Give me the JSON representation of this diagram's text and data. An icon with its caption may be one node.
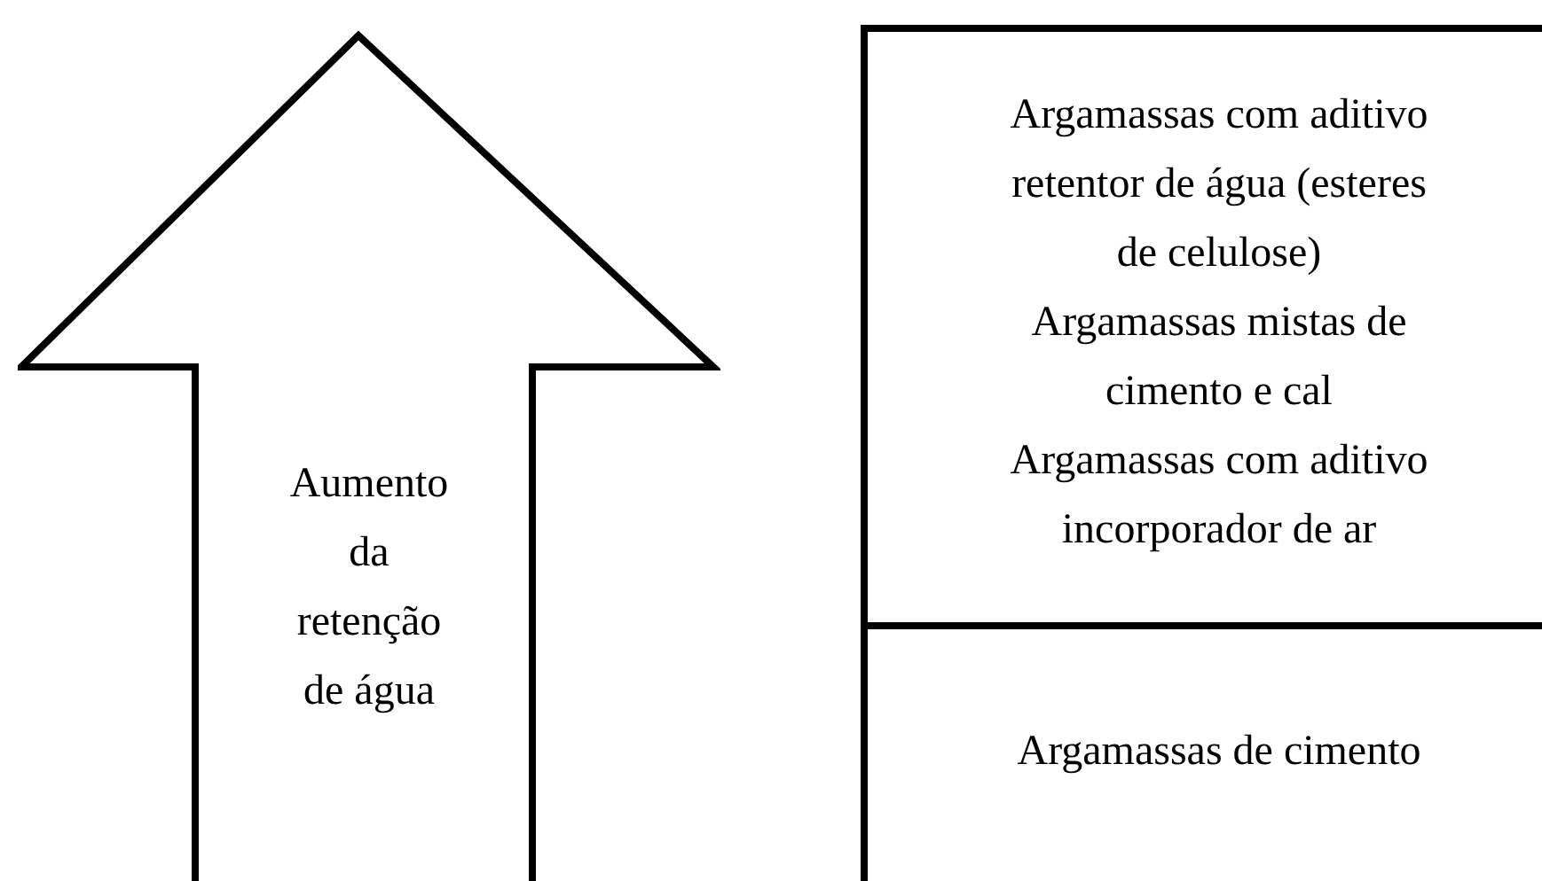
{
  "diagram": {
    "nodes": [
      {
        "text": [
          "Aumento da retenção de água"
        ]
      },
      {
        "text": [
          "Argamassas com aditivo retentor de água (esteres de celulose)",
          "Argamassas mistas de cimento e cal",
          "Argamassas com aditivo incorporador de ar"
        ]
      },
      {
        "text": [
          "Argamassas de cimento"
        ]
      }
    ]
  }
}
